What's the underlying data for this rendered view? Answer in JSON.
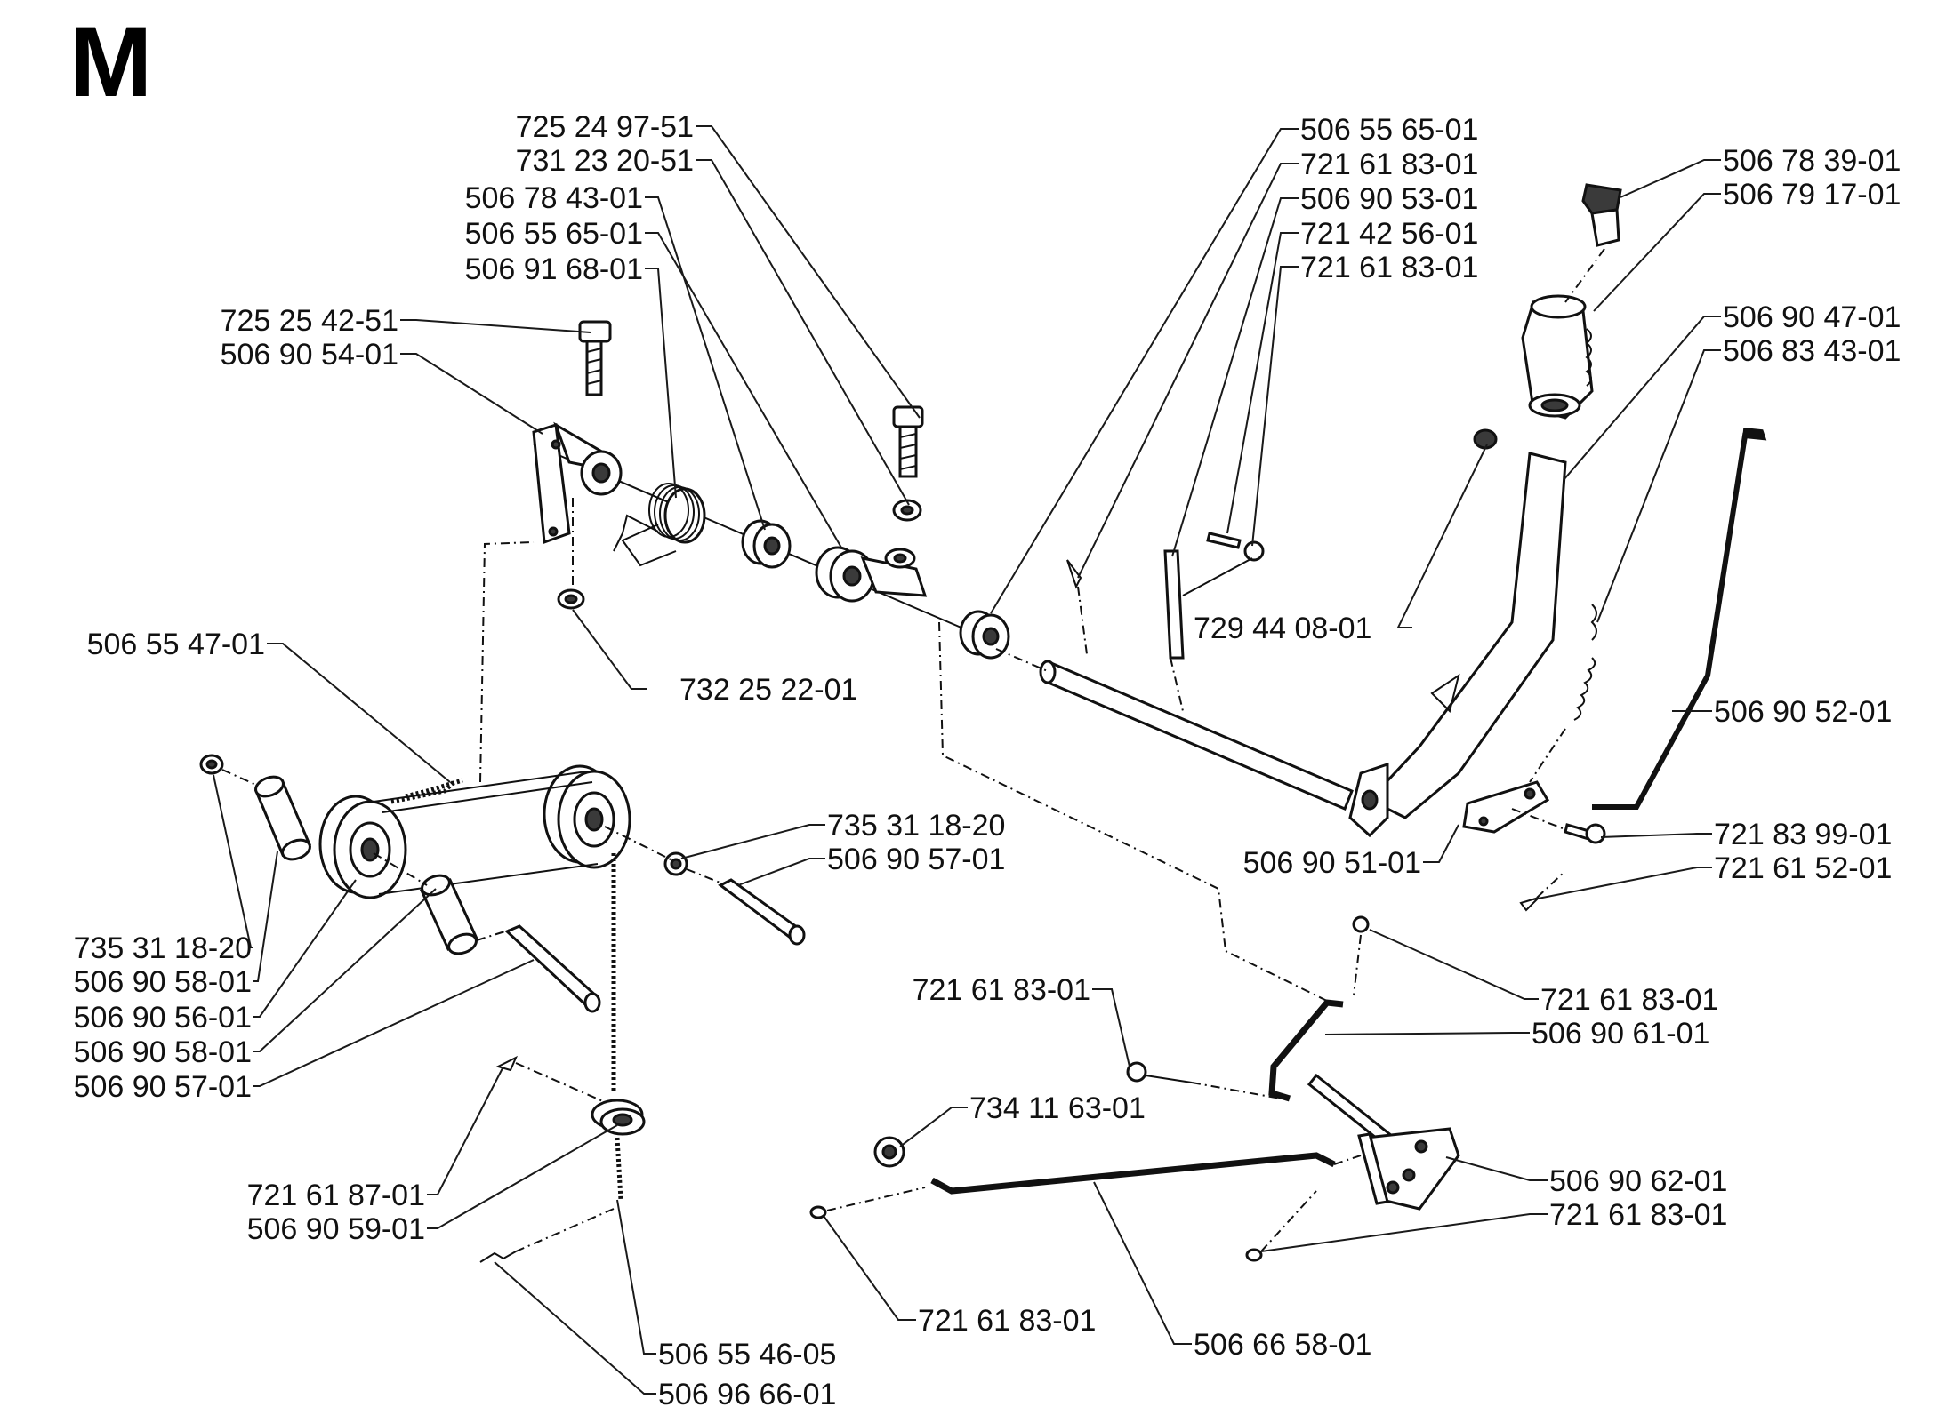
{
  "section": "M",
  "callouts": [
    {
      "id": "p01",
      "text": "725 24 97-51",
      "anchor": "end"
    },
    {
      "id": "p02",
      "text": "731 23 20-51",
      "anchor": "end"
    },
    {
      "id": "p03",
      "text": "506 78 43-01",
      "anchor": "end"
    },
    {
      "id": "p04",
      "text": "506 55 65-01",
      "anchor": "end"
    },
    {
      "id": "p05",
      "text": "506 91 68-01",
      "anchor": "end"
    },
    {
      "id": "p06",
      "text": "725 25 42-51",
      "anchor": "end"
    },
    {
      "id": "p07",
      "text": "506 90 54-01",
      "anchor": "end"
    },
    {
      "id": "p08",
      "text": "506 55 47-01",
      "anchor": "end"
    },
    {
      "id": "p09",
      "text": "732 25 22-01",
      "anchor": "start"
    },
    {
      "id": "p10",
      "text": "735 31 18-20",
      "anchor": "end"
    },
    {
      "id": "p11",
      "text": "506 90 58-01",
      "anchor": "end"
    },
    {
      "id": "p12",
      "text": "506 90 56-01",
      "anchor": "end"
    },
    {
      "id": "p13",
      "text": "506 90 58-01",
      "anchor": "end"
    },
    {
      "id": "p14",
      "text": "506 90 57-01",
      "anchor": "end"
    },
    {
      "id": "p15",
      "text": "735 31 18-20",
      "anchor": "start"
    },
    {
      "id": "p16",
      "text": "506 90 57-01",
      "anchor": "start"
    },
    {
      "id": "p17",
      "text": "721 61 87-01",
      "anchor": "end"
    },
    {
      "id": "p18",
      "text": "506 90 59-01",
      "anchor": "end"
    },
    {
      "id": "p19",
      "text": "506 55 46-05",
      "anchor": "start"
    },
    {
      "id": "p20",
      "text": "506 96 66-01",
      "anchor": "start"
    },
    {
      "id": "p21",
      "text": "506 55 65-01",
      "anchor": "start"
    },
    {
      "id": "p22",
      "text": "721 61 83-01",
      "anchor": "start"
    },
    {
      "id": "p23",
      "text": "506 90 53-01",
      "anchor": "start"
    },
    {
      "id": "p24",
      "text": "721 42 56-01",
      "anchor": "start"
    },
    {
      "id": "p25",
      "text": "721 61 83-01",
      "anchor": "start"
    },
    {
      "id": "p26",
      "text": "729 44 08-01",
      "anchor": "start"
    },
    {
      "id": "p27",
      "text": "506 78 39-01",
      "anchor": "start"
    },
    {
      "id": "p28",
      "text": "506 79 17-01",
      "anchor": "start"
    },
    {
      "id": "p29",
      "text": "506 90 47-01",
      "anchor": "start"
    },
    {
      "id": "p30",
      "text": "506 83 43-01",
      "anchor": "start"
    },
    {
      "id": "p31",
      "text": "506 90 52-01",
      "anchor": "start"
    },
    {
      "id": "p32",
      "text": "721 83 99-01",
      "anchor": "start"
    },
    {
      "id": "p33",
      "text": "721 61 52-01",
      "anchor": "start"
    },
    {
      "id": "p34",
      "text": "506 90 51-01",
      "anchor": "end"
    },
    {
      "id": "p35",
      "text": "721 61 83-01",
      "anchor": "start"
    },
    {
      "id": "p36",
      "text": "506 90 61-01",
      "anchor": "start"
    },
    {
      "id": "p37",
      "text": "721 61 83-01",
      "anchor": "end"
    },
    {
      "id": "p38",
      "text": "734 11 63-01",
      "anchor": "start"
    },
    {
      "id": "p39",
      "text": "506 90 62-01",
      "anchor": "start"
    },
    {
      "id": "p40",
      "text": "721 61 83-01",
      "anchor": "start"
    },
    {
      "id": "p41",
      "text": "721 61 83-01",
      "anchor": "start"
    },
    {
      "id": "p42",
      "text": "506 66 58-01",
      "anchor": "start"
    }
  ]
}
